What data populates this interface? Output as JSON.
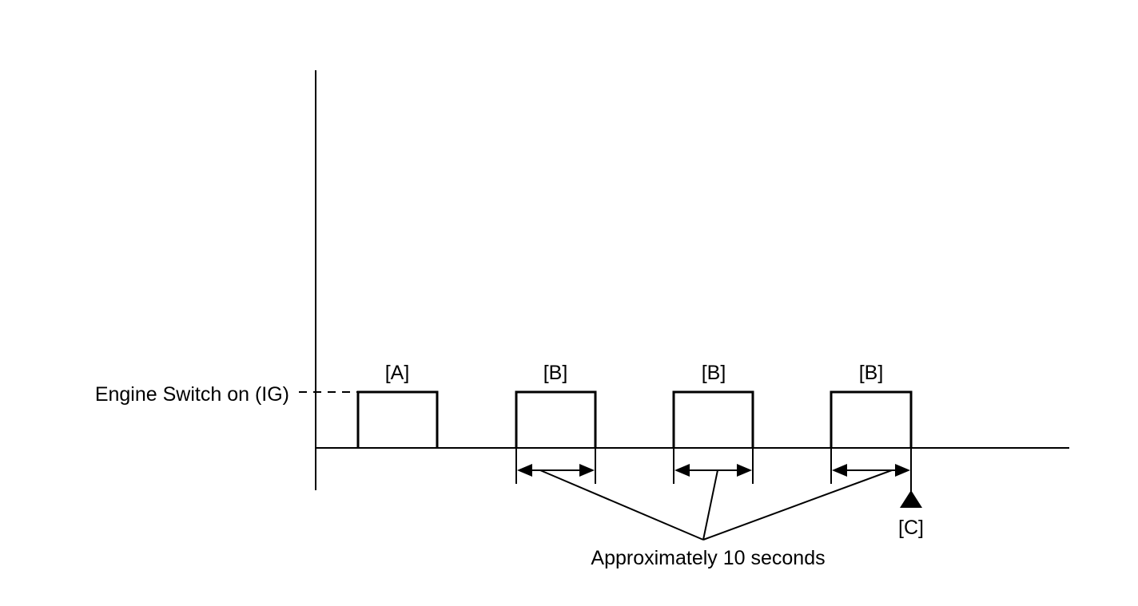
{
  "diagram": {
    "level_label": "Engine Switch on (IG)",
    "pulse_a_label": "[A]",
    "pulse_b_label": "[B]",
    "marker_c_label": "[C]",
    "interval_label": "Approximately 10 seconds"
  },
  "colors": {
    "ink": "#000000",
    "background": "#ffffff"
  }
}
